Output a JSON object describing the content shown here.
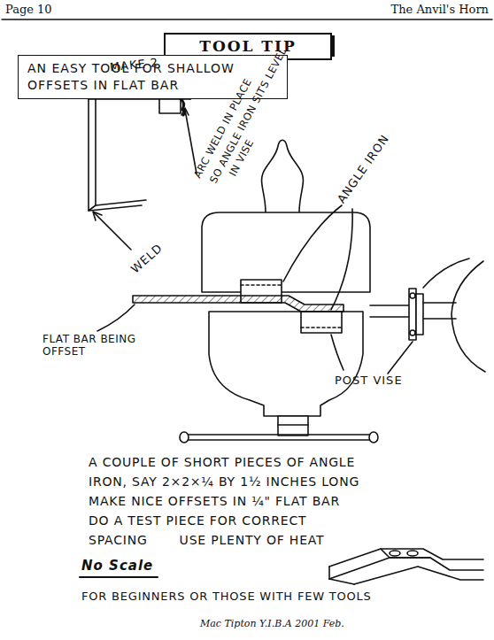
{
  "diagram": {
    "nodes": [
      {
        "text": [
          "TOOL TIP"
        ]
      },
      {
        "text": [
          "AN EASY TOOL FOR SHALLOW OFFSETS IN FLAT BAR"
        ]
      }
    ],
    "labels": [
      "Page 10",
      "The Anvil's Horn",
      "MAKE 2",
      "ARC WELD IN PLACE",
      "SO ANGLE IRON SITS LEVEL",
      "IN VISE",
      "WELD",
      "ANGLE IRON",
      "FLAT BAR BEING OFFSET",
      "POST VISE",
      "A COUPLE OF SHORT PIECES OF ANGLE",
      "IRON, SAY 2×2×¼ BY 1½ INCHES LONG",
      "MAKE NICE OFFSETS IN ¼\" FLAT BAR",
      "DO A TEST PIECE FOR CORRECT",
      "SPACING",
      "USE PLENTY OF HEAT",
      "No Scale",
      "FOR BEGINNERS OR THOSE WITH FEW TOOLS",
      "Mac Tipton Y.I.B.A 2001 Feb."
    ]
  }
}
